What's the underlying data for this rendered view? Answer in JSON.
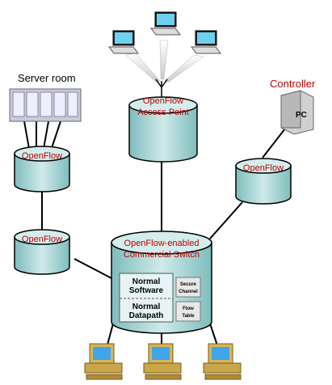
{
  "labels": {
    "server_room": "Server room",
    "controller": "Controller",
    "pc_label": "PC",
    "access_point_line1": "OpenFlow",
    "access_point_line2": "Access Point",
    "of_left_upper": "OpenFlow",
    "of_left_lower": "OpenFlow",
    "of_right": "OpenFlow",
    "switch_line1": "OpenFlow-enabled",
    "switch_line2": "Commercial Switch",
    "normal_software_1": "Normal",
    "normal_software_2": "Software",
    "normal_datapath_1": "Normal",
    "normal_datapath_2": "Datapath",
    "secure_channel_1": "Secure",
    "secure_channel_2": "Channel",
    "flow_table_1": "Flow",
    "flow_table_2": "Table"
  },
  "colors": {
    "cylinder_fill": "#a8d8d8",
    "cylinder_top": "#d4ecec",
    "label_red": "#c00000",
    "line": "#000000"
  }
}
